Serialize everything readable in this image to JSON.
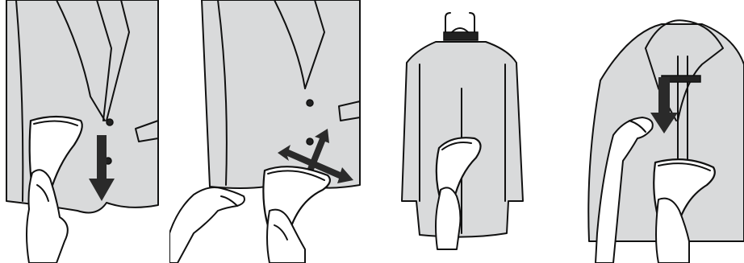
{
  "figure": {
    "panels": [
      {
        "id": "steam-downward",
        "arrow": "down"
      },
      {
        "id": "steam-all-directions",
        "arrow": "multi-direction"
      },
      {
        "id": "garment-on-hanger",
        "arrow": "none"
      },
      {
        "id": "steam-collar-downward",
        "arrow": "down"
      }
    ],
    "colors": {
      "fabric": "#d9dadb",
      "outline": "#111111",
      "arrow": "#2a2a2a",
      "background": "#ffffff"
    }
  }
}
